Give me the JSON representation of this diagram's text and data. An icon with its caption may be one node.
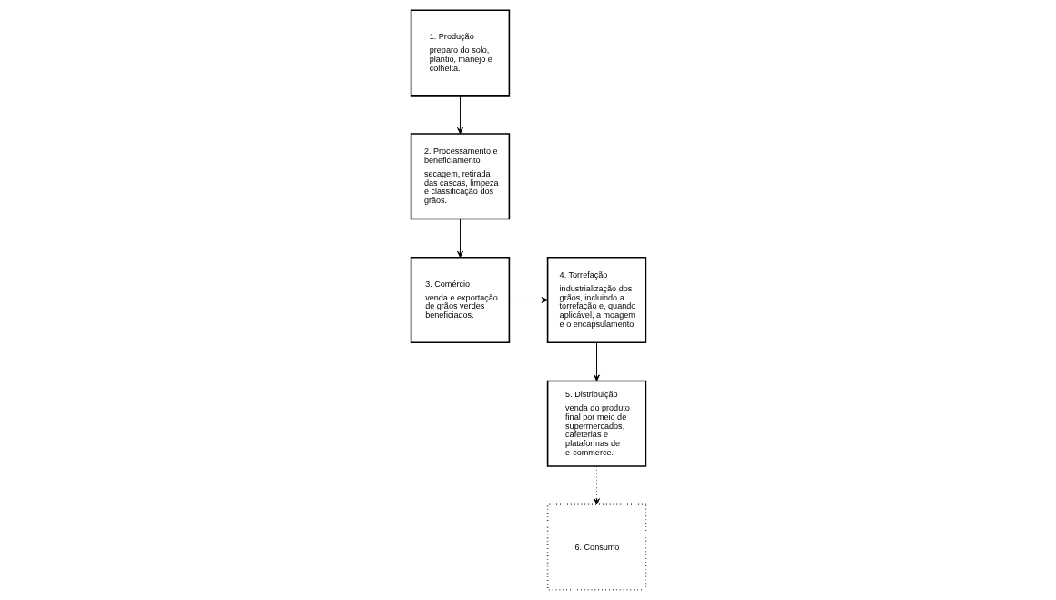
{
  "diagram": {
    "nodes": [
      {
        "text": [
          "1. Produção",
          "preparo do solo, plantio, manejo e colheita."
        ]
      },
      {
        "text": [
          "2. Processamento e beneficiamento",
          "secagem, retirada das cascas, limpeza e classificação dos grãos."
        ]
      },
      {
        "text": [
          "3. Comércio",
          "venda e exportação de grãos verdes beneficiados."
        ]
      },
      {
        "text": [
          "4. Torrefação",
          "industrialização dos grãos, incluindo a torrefação e, quando aplicável, a moagem e o encapsulamento."
        ]
      },
      {
        "text": [
          "5. Distribuição",
          "venda do produto final por meio de supermercados, cafeterias e plataformas de e-commerce."
        ]
      },
      {
        "text": [
          "6. Consumo"
        ]
      }
    ],
    "edges": [
      {
        "from": 0,
        "to": 1,
        "arrow": "to"
      },
      {
        "from": 1,
        "to": 2,
        "arrow": "to"
      },
      {
        "from": 2,
        "to": 3,
        "arrow": "to"
      },
      {
        "from": 3,
        "to": 4,
        "arrow": "to"
      },
      {
        "from": 4,
        "to": 5,
        "arrow": "to",
        "style": "dashed"
      }
    ]
  }
}
